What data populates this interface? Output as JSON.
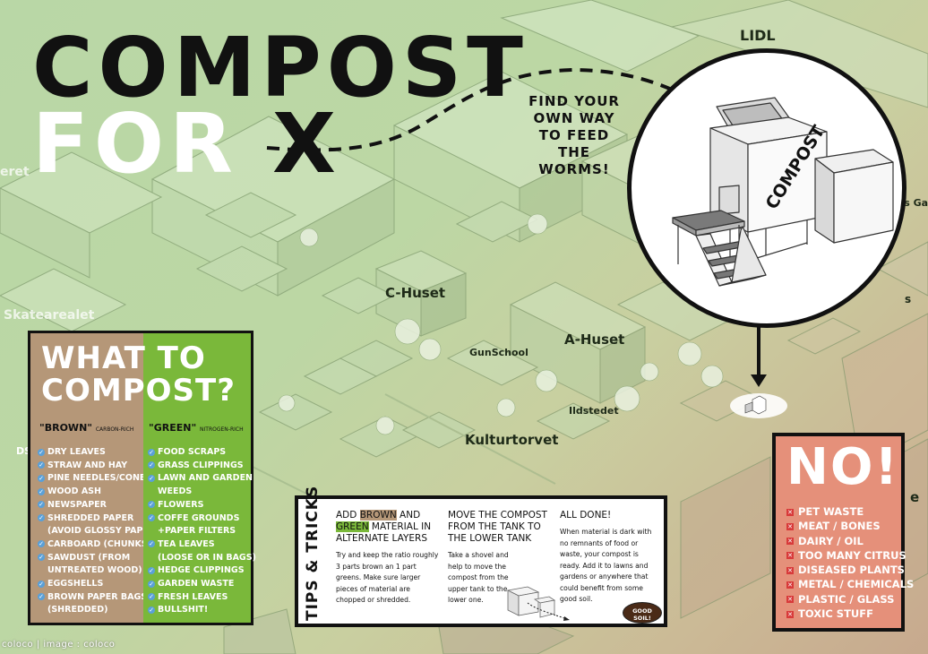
{
  "title": {
    "line1": "COMPOST",
    "line2": "FOR",
    "line2_x": "X"
  },
  "tagline": "FIND YOUR OWN WAY TO FEED THE WORMS!",
  "compost_bin_label": "COMPOST",
  "map_labels": {
    "lidl": "LIDL",
    "c_huset": "C-Huset",
    "a_huset": "A-Huset",
    "gunschool": "GunSchool",
    "ildstedet": "Ildstedet",
    "kulturtorvet": "Kulturtorvet",
    "skatearealet": "Skatearealet",
    "left_top": "eret",
    "left_ds": "DS",
    "right_ts": "ts Ga",
    "right_s": "s",
    "right_e": "e"
  },
  "what_to_compost": {
    "title_line1_brown": "WHAT",
    "title_line1_green": "TO",
    "title_line2": "COMPOST?",
    "brown": {
      "heading": "\"BROWN\"",
      "subheading": "CARBON-RICH",
      "items": [
        "DRY LEAVES",
        "STRAW AND HAY",
        "PINE NEEDLES/CONES",
        "WOOD ASH",
        "NEWSPAPER",
        "SHREDDED PAPER",
        "(AVOID GLOSSY PAPER)",
        "CARBOARD (CHUNKS)",
        "SAWDUST (FROM",
        "UNTREATED WOOD)",
        "EGGSHELLS",
        "BROWN PAPER BAGS",
        "(SHREDDED)"
      ]
    },
    "green": {
      "heading": "\"GREEN\"",
      "subheading": "NITROGEN-RICH",
      "items": [
        "FOOD SCRAPS",
        "GRASS CLIPPINGS",
        "LAWN AND GARDEN",
        "WEEDS",
        "FLOWERS",
        "COFFE GROUNDS",
        "+PAPER FILTERS",
        "TEA LEAVES",
        "(LOOSE OR IN BAGS)",
        "HEDGE CLIPPINGS",
        "GARDEN WASTE",
        "FRESH LEAVES",
        "BULLSHIT!"
      ]
    }
  },
  "tips": {
    "label": "TIPS & TRICKS",
    "tip1": {
      "head_pre": "ADD ",
      "head_brown": "BROWN",
      "head_mid": " AND",
      "head_green": "GREEN",
      "head_post": " MATERIAL IN ALTERNATE LAYERS",
      "body": "Try and keep the ratio roughly 3 parts brown an 1 part greens. Make sure larger pieces of material are chopped or shredded."
    },
    "tip2": {
      "head": "MOVE THE COMPOST FROM THE TANK TO THE LOWER TANK",
      "body": "Take a shovel and help to move the compost from the upper tank to the lower one."
    },
    "tip3": {
      "head": "ALL DONE!",
      "body": "When material is dark with no remnants of food or waste, your compost is ready. Add it to lawns and gardens or anywhere that could benefit from some good soil."
    },
    "badge": "GOOD SOIL!"
  },
  "no": {
    "title": "NO!",
    "items": [
      "PET WASTE",
      "MEAT / BONES",
      "DAIRY / OIL",
      "TOO MANY CITRUS",
      "DISEASED PLANTS",
      "METAL / CHEMICALS",
      "PLASTIC / GLASS",
      "TOXIC STUFF"
    ]
  },
  "credit": "coloco | image : coloco",
  "colors": {
    "brown": "#b59778",
    "green": "#7ab83a",
    "no_panel": "#e5907a",
    "check": "#5aa0d8",
    "cross": "#d83a3a"
  }
}
